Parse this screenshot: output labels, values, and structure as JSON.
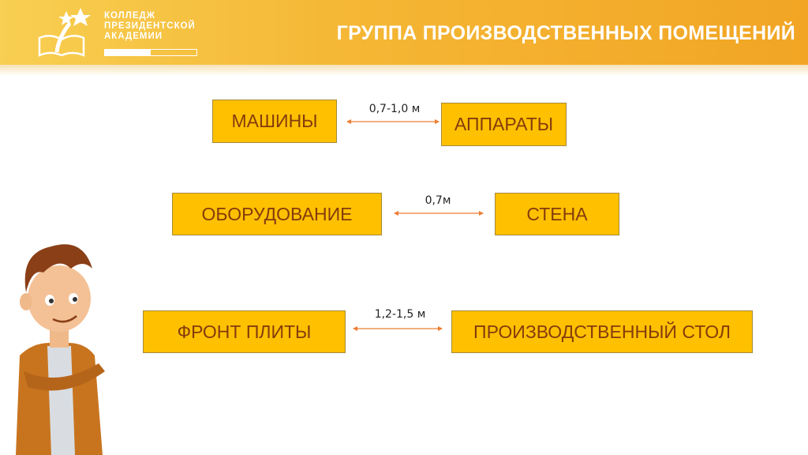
{
  "header": {
    "title": "ГРУППА ПРОИЗВОДСТВЕННЫХ ПОМЕЩЕНИЙ",
    "logo": {
      "lines": [
        "КОЛЛЕДЖ",
        "ПРЕЗИДЕНТСКОЙ",
        "АКАДЕМИИ"
      ]
    }
  },
  "rows": [
    {
      "left": "МАШИНЫ",
      "right": "АППАРАТЫ",
      "distance": "0,7-1,0 м"
    },
    {
      "left": "ОБОРУДОВАНИЕ",
      "right": "СТЕНА",
      "distance": "0,7м"
    },
    {
      "left": "ФРОНТ ПЛИТЫ",
      "right": "ПРОИЗВОДСТВЕННЫЙ СТОЛ",
      "distance": "1,2-1,5 м"
    }
  ],
  "colors": {
    "box": "#ffc000",
    "box_text": "#843c0c",
    "arrow": "#ed7d31",
    "header": "#f5b836"
  }
}
